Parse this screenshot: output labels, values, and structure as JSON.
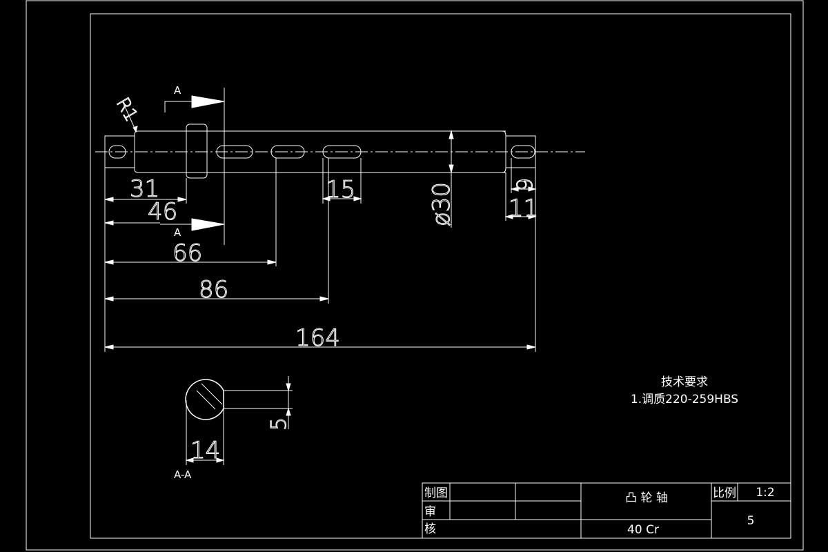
{
  "drawing": {
    "section_label_top": "A",
    "section_label_bottom": "A",
    "section_view_label": "A-A",
    "radius_label": "R1"
  },
  "dimensions": {
    "d31": "31",
    "d46": "46",
    "d66": "66",
    "d86": "86",
    "d164": "164",
    "d15": "15",
    "d30": "ø30",
    "d9": "9",
    "d11": "11",
    "d14": "14",
    "d5": "5"
  },
  "tech_requirements": {
    "title": "技术要求",
    "item1": "1.调质220-259HBS"
  },
  "title_block": {
    "drawn_label": "制图",
    "review_label": "审",
    "check_label": "核",
    "part_name": "凸 轮 轴",
    "material": "40 Cr",
    "scale_label": "比例",
    "scale_value": "1:2",
    "quantity": "5"
  },
  "colors": {
    "background": "#000000",
    "lines": "#ffffff"
  }
}
